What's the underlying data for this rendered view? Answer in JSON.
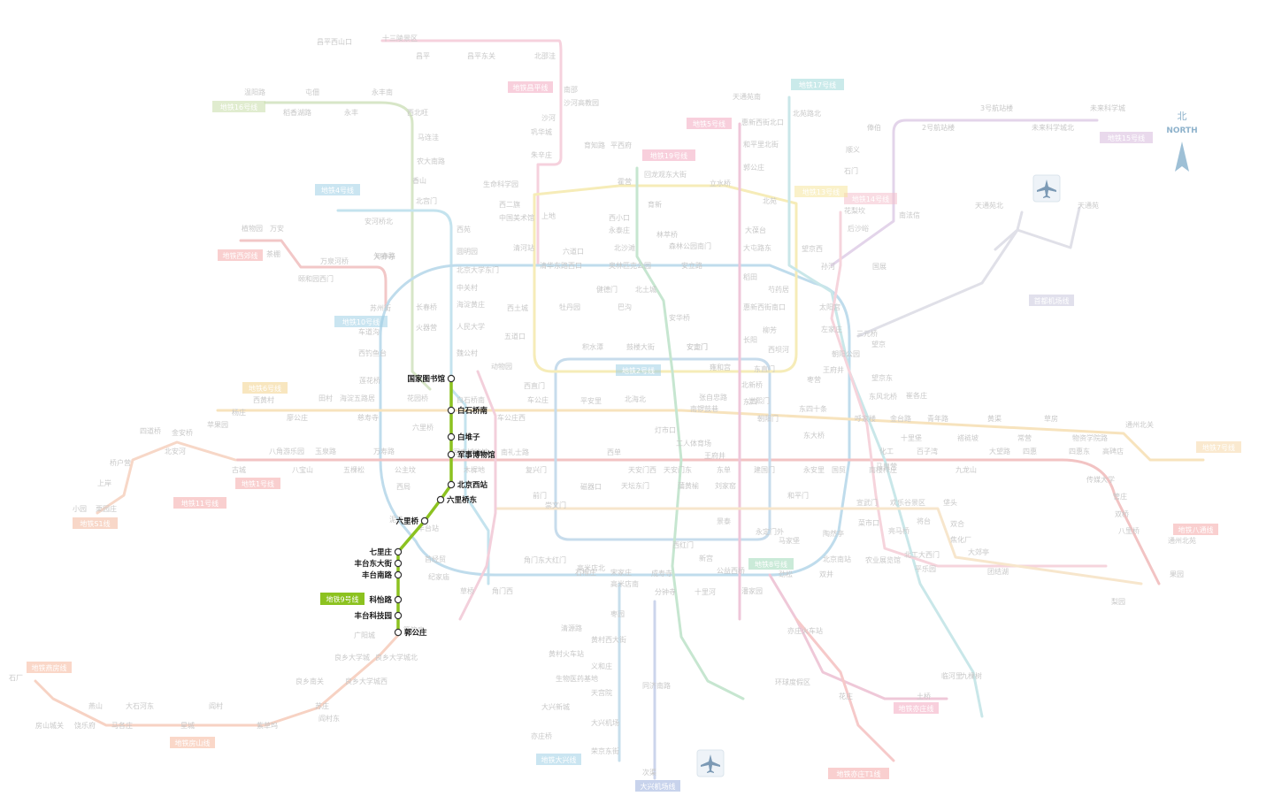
{
  "map": {
    "compass": {
      "north_cn": "北",
      "north_en": "NORTH"
    },
    "highlight": {
      "line_label": "地铁9号线",
      "color": "#8cc220",
      "stations": [
        {
          "name": "国家图书馆"
        },
        {
          "name": "白石桥南"
        },
        {
          "name": "白堆子"
        },
        {
          "name": "军事博物馆"
        },
        {
          "name": "北京西站"
        },
        {
          "name": "六里桥东"
        },
        {
          "name": "六里桥"
        },
        {
          "name": "七里庄"
        },
        {
          "name": "丰台东大街"
        },
        {
          "name": "丰台南路"
        },
        {
          "name": "科怡路"
        },
        {
          "name": "丰台科技园"
        },
        {
          "name": "郭公庄"
        }
      ]
    },
    "faded_lines": [
      {
        "color": "#f2c3d0"
      },
      {
        "color": "#a8dbe0"
      },
      {
        "color": "#e3d7ea"
      },
      {
        "color": "#f5e6a3"
      },
      {
        "color": "#d4dde6"
      },
      {
        "color": "#e9b9c4"
      },
      {
        "color": "#f7dfbd"
      },
      {
        "color": "#c8e0c0"
      },
      {
        "color": "#b8d6ec"
      },
      {
        "color": "#f6cbb5"
      },
      {
        "color": "#d9cdee"
      },
      {
        "color": "#cfe6c9"
      }
    ],
    "line_tags": [
      {
        "text": "地铁昌平线",
        "color": "#f2a7c0"
      },
      {
        "text": "地铁16号线",
        "color": "#c7dca7"
      },
      {
        "text": "地铁4号线",
        "color": "#9ed0e6"
      },
      {
        "text": "地铁西郊线",
        "color": "#f4a7a7"
      },
      {
        "text": "地铁10号线",
        "color": "#9ed0e6"
      },
      {
        "text": "地铁6号线",
        "color": "#f3d28a"
      },
      {
        "text": "地铁1号线",
        "color": "#f4a7a7"
      },
      {
        "text": "地铁11号线",
        "color": "#f4a7a7"
      },
      {
        "text": "地铁S1线",
        "color": "#f3b79a"
      },
      {
        "text": "地铁14号线",
        "color": "#f4c0cc"
      },
      {
        "text": "地铁房山线",
        "color": "#f6b79a"
      },
      {
        "text": "地铁燕房线",
        "color": "#f6b79a"
      },
      {
        "text": "地铁13号线",
        "color": "#f5e69c"
      },
      {
        "text": "地铁8号线",
        "color": "#9fd9b8"
      },
      {
        "text": "地铁5号线",
        "color": "#f2a7c0"
      },
      {
        "text": "地铁17号线",
        "color": "#9fd9d9"
      },
      {
        "text": "地铁15号线",
        "color": "#d7b9dd"
      },
      {
        "text": "地铁7号线",
        "color": "#f6d7a8"
      },
      {
        "text": "地铁八通线",
        "color": "#f4a7a7"
      },
      {
        "text": "地铁2号线",
        "color": "#9ed0e6"
      },
      {
        "text": "地铁亦庄线",
        "color": "#f2a7c0"
      },
      {
        "text": "地铁大兴线",
        "color": "#9ed0e6"
      },
      {
        "text": "大兴机场线",
        "color": "#9aaedc"
      },
      {
        "text": "首都机场线",
        "color": "#c9c6dc"
      },
      {
        "text": "地铁亦庄T1线",
        "color": "#f4a7a7"
      },
      {
        "text": "地铁19号线",
        "color": "#f2a7c0"
      }
    ],
    "stations": [
      {
        "name": "昌平西山口"
      },
      {
        "name": "十三陵景区"
      },
      {
        "name": "昌平"
      },
      {
        "name": "昌平东关"
      },
      {
        "name": "北邵洼"
      },
      {
        "name": "南邵"
      },
      {
        "name": "沙河高教园"
      },
      {
        "name": "沙河"
      },
      {
        "name": "巩华城"
      },
      {
        "name": "朱辛庄"
      },
      {
        "name": "生命科学园"
      },
      {
        "name": "西二旗"
      },
      {
        "name": "育知路"
      },
      {
        "name": "平西府"
      },
      {
        "name": "回龙观东大街"
      },
      {
        "name": "霍营"
      },
      {
        "name": "育新"
      },
      {
        "name": "西小口"
      },
      {
        "name": "永泰庄"
      },
      {
        "name": "林萃桥"
      },
      {
        "name": "森林公园南门"
      },
      {
        "name": "立水桥"
      },
      {
        "name": "北苑"
      },
      {
        "name": "望京西"
      },
      {
        "name": "北沙滩"
      },
      {
        "name": "六道口"
      },
      {
        "name": "清华东路西口"
      },
      {
        "name": "奥林匹克公园"
      },
      {
        "name": "安立路"
      },
      {
        "name": "大屯路东"
      },
      {
        "name": "北土城"
      },
      {
        "name": "安华桥"
      },
      {
        "name": "安贞门"
      },
      {
        "name": "惠新西街南口"
      },
      {
        "name": "芍药居"
      },
      {
        "name": "太阳宫"
      },
      {
        "name": "三元桥"
      },
      {
        "name": "东直门"
      },
      {
        "name": "雍和宫"
      },
      {
        "name": "北新桥"
      },
      {
        "name": "张自忠路"
      },
      {
        "name": "东四"
      },
      {
        "name": "朝阳门"
      },
      {
        "name": "东大桥"
      },
      {
        "name": "呼家楼"
      },
      {
        "name": "金台路"
      },
      {
        "name": "十里堡"
      },
      {
        "name": "青年路"
      },
      {
        "name": "褡裢坡"
      },
      {
        "name": "黄渠"
      },
      {
        "name": "常营"
      },
      {
        "name": "草房"
      },
      {
        "name": "物资学院路"
      },
      {
        "name": "通州北关"
      },
      {
        "name": "国贸"
      },
      {
        "name": "永安里"
      },
      {
        "name": "建国门"
      },
      {
        "name": "东单"
      },
      {
        "name": "王府井"
      },
      {
        "name": "天安门东"
      },
      {
        "name": "天安门西"
      },
      {
        "name": "西单"
      },
      {
        "name": "复兴门"
      },
      {
        "name": "南礼士路"
      },
      {
        "name": "木樨地"
      },
      {
        "name": "军事博物馆"
      },
      {
        "name": "公主坟"
      },
      {
        "name": "万寿路"
      },
      {
        "name": "五棵松"
      },
      {
        "name": "玉泉路"
      },
      {
        "name": "八宝山"
      },
      {
        "name": "八角游乐园"
      },
      {
        "name": "古城"
      },
      {
        "name": "苹果园"
      },
      {
        "name": "金安桥"
      },
      {
        "name": "杨庄"
      },
      {
        "name": "西黄村"
      },
      {
        "name": "廖公庄"
      },
      {
        "name": "田村"
      },
      {
        "name": "海淀五路居"
      },
      {
        "name": "慈寿寺"
      },
      {
        "name": "花园桥"
      },
      {
        "name": "白石桥南"
      },
      {
        "name": "车公庄西"
      },
      {
        "name": "车公庄"
      },
      {
        "name": "平安里"
      },
      {
        "name": "北海北"
      },
      {
        "name": "南锣鼓巷"
      },
      {
        "name": "西直门"
      },
      {
        "name": "积水潭"
      },
      {
        "name": "鼓楼大街"
      },
      {
        "name": "安定门"
      },
      {
        "name": "动物园"
      },
      {
        "name": "魏公村"
      },
      {
        "name": "人民大学"
      },
      {
        "name": "海淀黄庄"
      },
      {
        "name": "中关村"
      },
      {
        "name": "北京大学东门"
      },
      {
        "name": "圆明园"
      },
      {
        "name": "西苑"
      },
      {
        "name": "北宫门"
      },
      {
        "name": "安河桥北"
      },
      {
        "name": "知春路"
      },
      {
        "name": "西土城"
      },
      {
        "name": "牡丹园"
      },
      {
        "name": "健德门"
      },
      {
        "name": "巴沟"
      },
      {
        "name": "苏州街"
      },
      {
        "name": "长春桥"
      },
      {
        "name": "火器营"
      },
      {
        "name": "车道沟"
      },
      {
        "name": "西钓鱼台"
      },
      {
        "name": "莲花桥"
      },
      {
        "name": "六里桥"
      },
      {
        "name": "西局"
      },
      {
        "name": "泥洼"
      },
      {
        "name": "丰台站"
      },
      {
        "name": "首经贸"
      },
      {
        "name": "纪家庙"
      },
      {
        "name": "草桥"
      },
      {
        "name": "角门西"
      },
      {
        "name": "角门东"
      },
      {
        "name": "大红门"
      },
      {
        "name": "石榴庄"
      },
      {
        "name": "宋家庄"
      },
      {
        "name": "成寿寺"
      },
      {
        "name": "分钟寺"
      },
      {
        "name": "十里河"
      },
      {
        "name": "潘家园"
      },
      {
        "name": "劲松"
      },
      {
        "name": "双井"
      },
      {
        "name": "北京南站"
      },
      {
        "name": "陶然亭"
      },
      {
        "name": "菜市口"
      },
      {
        "name": "宣武门"
      },
      {
        "name": "和平门"
      },
      {
        "name": "前门"
      },
      {
        "name": "崇文门"
      },
      {
        "name": "磁器口"
      },
      {
        "name": "天坛东门"
      },
      {
        "name": "蒲黄榆"
      },
      {
        "name": "刘家窑"
      },
      {
        "name": "景泰"
      },
      {
        "name": "永定门外"
      },
      {
        "name": "马家堡"
      },
      {
        "name": "公益西桥"
      },
      {
        "name": "新宫"
      },
      {
        "name": "西红门"
      },
      {
        "name": "高米店北"
      },
      {
        "name": "高米店南"
      },
      {
        "name": "枣园"
      },
      {
        "name": "清源路"
      },
      {
        "name": "黄村西大街"
      },
      {
        "name": "黄村火车站"
      },
      {
        "name": "义和庄"
      },
      {
        "name": "生物医药基地"
      },
      {
        "name": "天宫院"
      },
      {
        "name": "大兴新城"
      },
      {
        "name": "大兴机场"
      },
      {
        "name": "亦庄桥"
      },
      {
        "name": "荣京东街"
      },
      {
        "name": "同济南路"
      },
      {
        "name": "次渠"
      },
      {
        "name": "亦庄火车站"
      },
      {
        "name": "环球度假区"
      },
      {
        "name": "花庄"
      },
      {
        "name": "土桥"
      },
      {
        "name": "临河里"
      },
      {
        "name": "九棵树"
      },
      {
        "name": "梨园"
      },
      {
        "name": "果园"
      },
      {
        "name": "通州北苑"
      },
      {
        "name": "八里桥"
      },
      {
        "name": "管庄"
      },
      {
        "name": "双桥"
      },
      {
        "name": "传媒大学"
      },
      {
        "name": "高碑店"
      },
      {
        "name": "四惠东"
      },
      {
        "name": "四惠"
      },
      {
        "name": "大望路"
      },
      {
        "name": "九龙山"
      },
      {
        "name": "百子湾"
      },
      {
        "name": "化工"
      },
      {
        "name": "南楼梓庄"
      },
      {
        "name": "欢乐谷景区"
      },
      {
        "name": "垡头"
      },
      {
        "name": "双合"
      },
      {
        "name": "焦化厂"
      },
      {
        "name": "北工大西门"
      },
      {
        "name": "平乐园"
      },
      {
        "name": "大郊亭"
      },
      {
        "name": "团结湖"
      },
      {
        "name": "农业展览馆"
      },
      {
        "name": "亮马桥"
      },
      {
        "name": "将台"
      },
      {
        "name": "东风北桥"
      },
      {
        "name": "枣营"
      },
      {
        "name": "朝阳公园"
      },
      {
        "name": "望京"
      },
      {
        "name": "望京东"
      },
      {
        "name": "崔各庄"
      },
      {
        "name": "马泉营"
      },
      {
        "name": "孙河"
      },
      {
        "name": "国展"
      },
      {
        "name": "花梨坎"
      },
      {
        "name": "后沙峪"
      },
      {
        "name": "南法信"
      },
      {
        "name": "石门"
      },
      {
        "name": "顺义"
      },
      {
        "name": "俸伯"
      },
      {
        "name": "2号航站楼"
      },
      {
        "name": "3号航站楼"
      },
      {
        "name": "未来科学城北"
      },
      {
        "name": "未来科学城"
      },
      {
        "name": "天通苑北"
      },
      {
        "name": "天通苑"
      },
      {
        "name": "天通苑南"
      },
      {
        "name": "北苑路北"
      },
      {
        "name": "惠新西街北口"
      },
      {
        "name": "和平里北街"
      },
      {
        "name": "郭公庄"
      },
      {
        "name": "大葆台"
      },
      {
        "name": "稻田"
      },
      {
        "name": "长阳"
      },
      {
        "name": "篱笆房"
      },
      {
        "name": "广阳城"
      },
      {
        "name": "良乡大学城北"
      },
      {
        "name": "良乡大学城"
      },
      {
        "name": "良乡大学城西"
      },
      {
        "name": "良乡南关"
      },
      {
        "name": "苏庄"
      },
      {
        "name": "阎村东"
      },
      {
        "name": "紫草坞"
      },
      {
        "name": "阎村"
      },
      {
        "name": "星城"
      },
      {
        "name": "大石河东"
      },
      {
        "name": "马各庄"
      },
      {
        "name": "饶乐府"
      },
      {
        "name": "房山城关"
      },
      {
        "name": "燕山"
      },
      {
        "name": "石厂"
      },
      {
        "name": "小园"
      },
      {
        "name": "栗园庄"
      },
      {
        "name": "上岸"
      },
      {
        "name": "桥户营"
      },
      {
        "name": "四道桥"
      },
      {
        "name": "北安河"
      },
      {
        "name": "温阳路"
      },
      {
        "name": "稻香湖路"
      },
      {
        "name": "屯佃"
      },
      {
        "name": "永丰"
      },
      {
        "name": "永丰南"
      },
      {
        "name": "西北旺"
      },
      {
        "name": "马连洼"
      },
      {
        "name": "农大南路"
      },
      {
        "name": "香山"
      },
      {
        "name": "植物园"
      },
      {
        "name": "万安"
      },
      {
        "name": "茶棚"
      },
      {
        "name": "颐和园西门"
      },
      {
        "name": "万泉河桥"
      },
      {
        "name": "大钟寺"
      },
      {
        "name": "五道口"
      },
      {
        "name": "上地"
      },
      {
        "name": "清河站"
      },
      {
        "name": "中国美术馆"
      },
      {
        "name": "灯市口"
      },
      {
        "name": "工人体育场"
      },
      {
        "name": "东四十条"
      },
      {
        "name": "光熙门"
      },
      {
        "name": "柳芳"
      },
      {
        "name": "西坝河"
      },
      {
        "name": "左家庄"
      },
      {
        "name": "王府井"
      }
    ]
  }
}
